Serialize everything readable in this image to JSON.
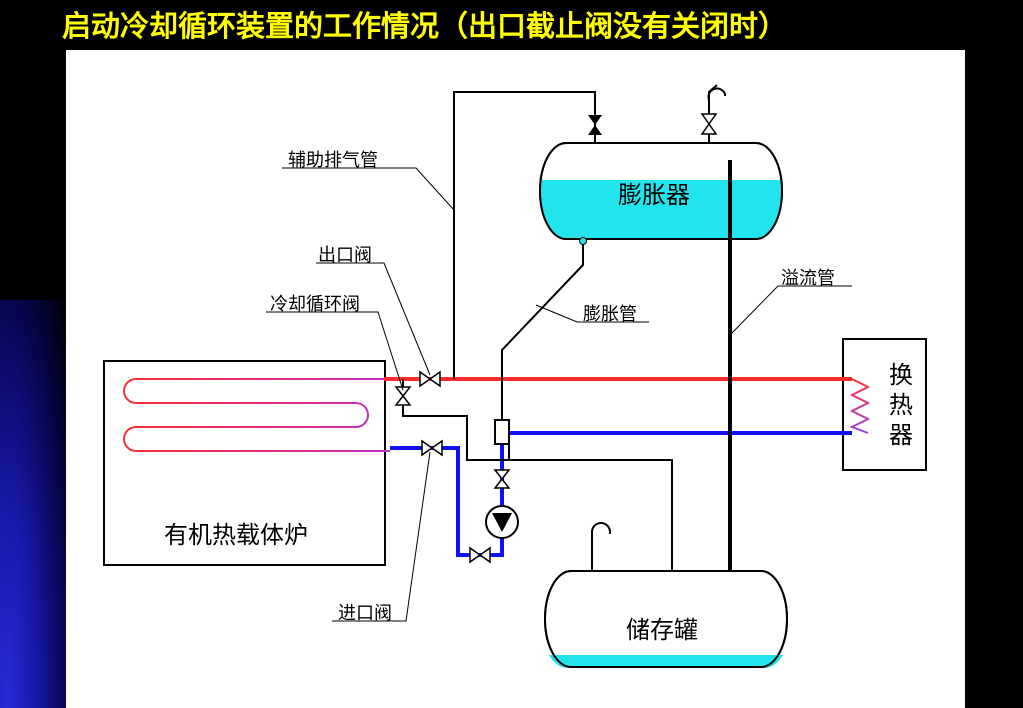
{
  "title": "启动冷却循环装置的工作情况（出口截止阀没有关闭时）",
  "labels": {
    "aux_exhaust": "辅助排气管",
    "outlet_valve": "出口阀",
    "cooling_valve": "冷却循环阀",
    "expansion_tank": "膨胀器",
    "expansion_pipe": "膨胀管",
    "overflow_pipe": "溢流管",
    "heater": "有机热载体炉",
    "heat_exchanger": "换热器",
    "inlet_valve": "进口阀",
    "storage_tank": "储存罐"
  },
  "colors": {
    "background": "#000000",
    "title": "#ffff00",
    "hot_pipe": "#ff2a2a",
    "cold_pipe": "#1010ff",
    "liquid": "#22e4ec",
    "line": "#000000"
  }
}
